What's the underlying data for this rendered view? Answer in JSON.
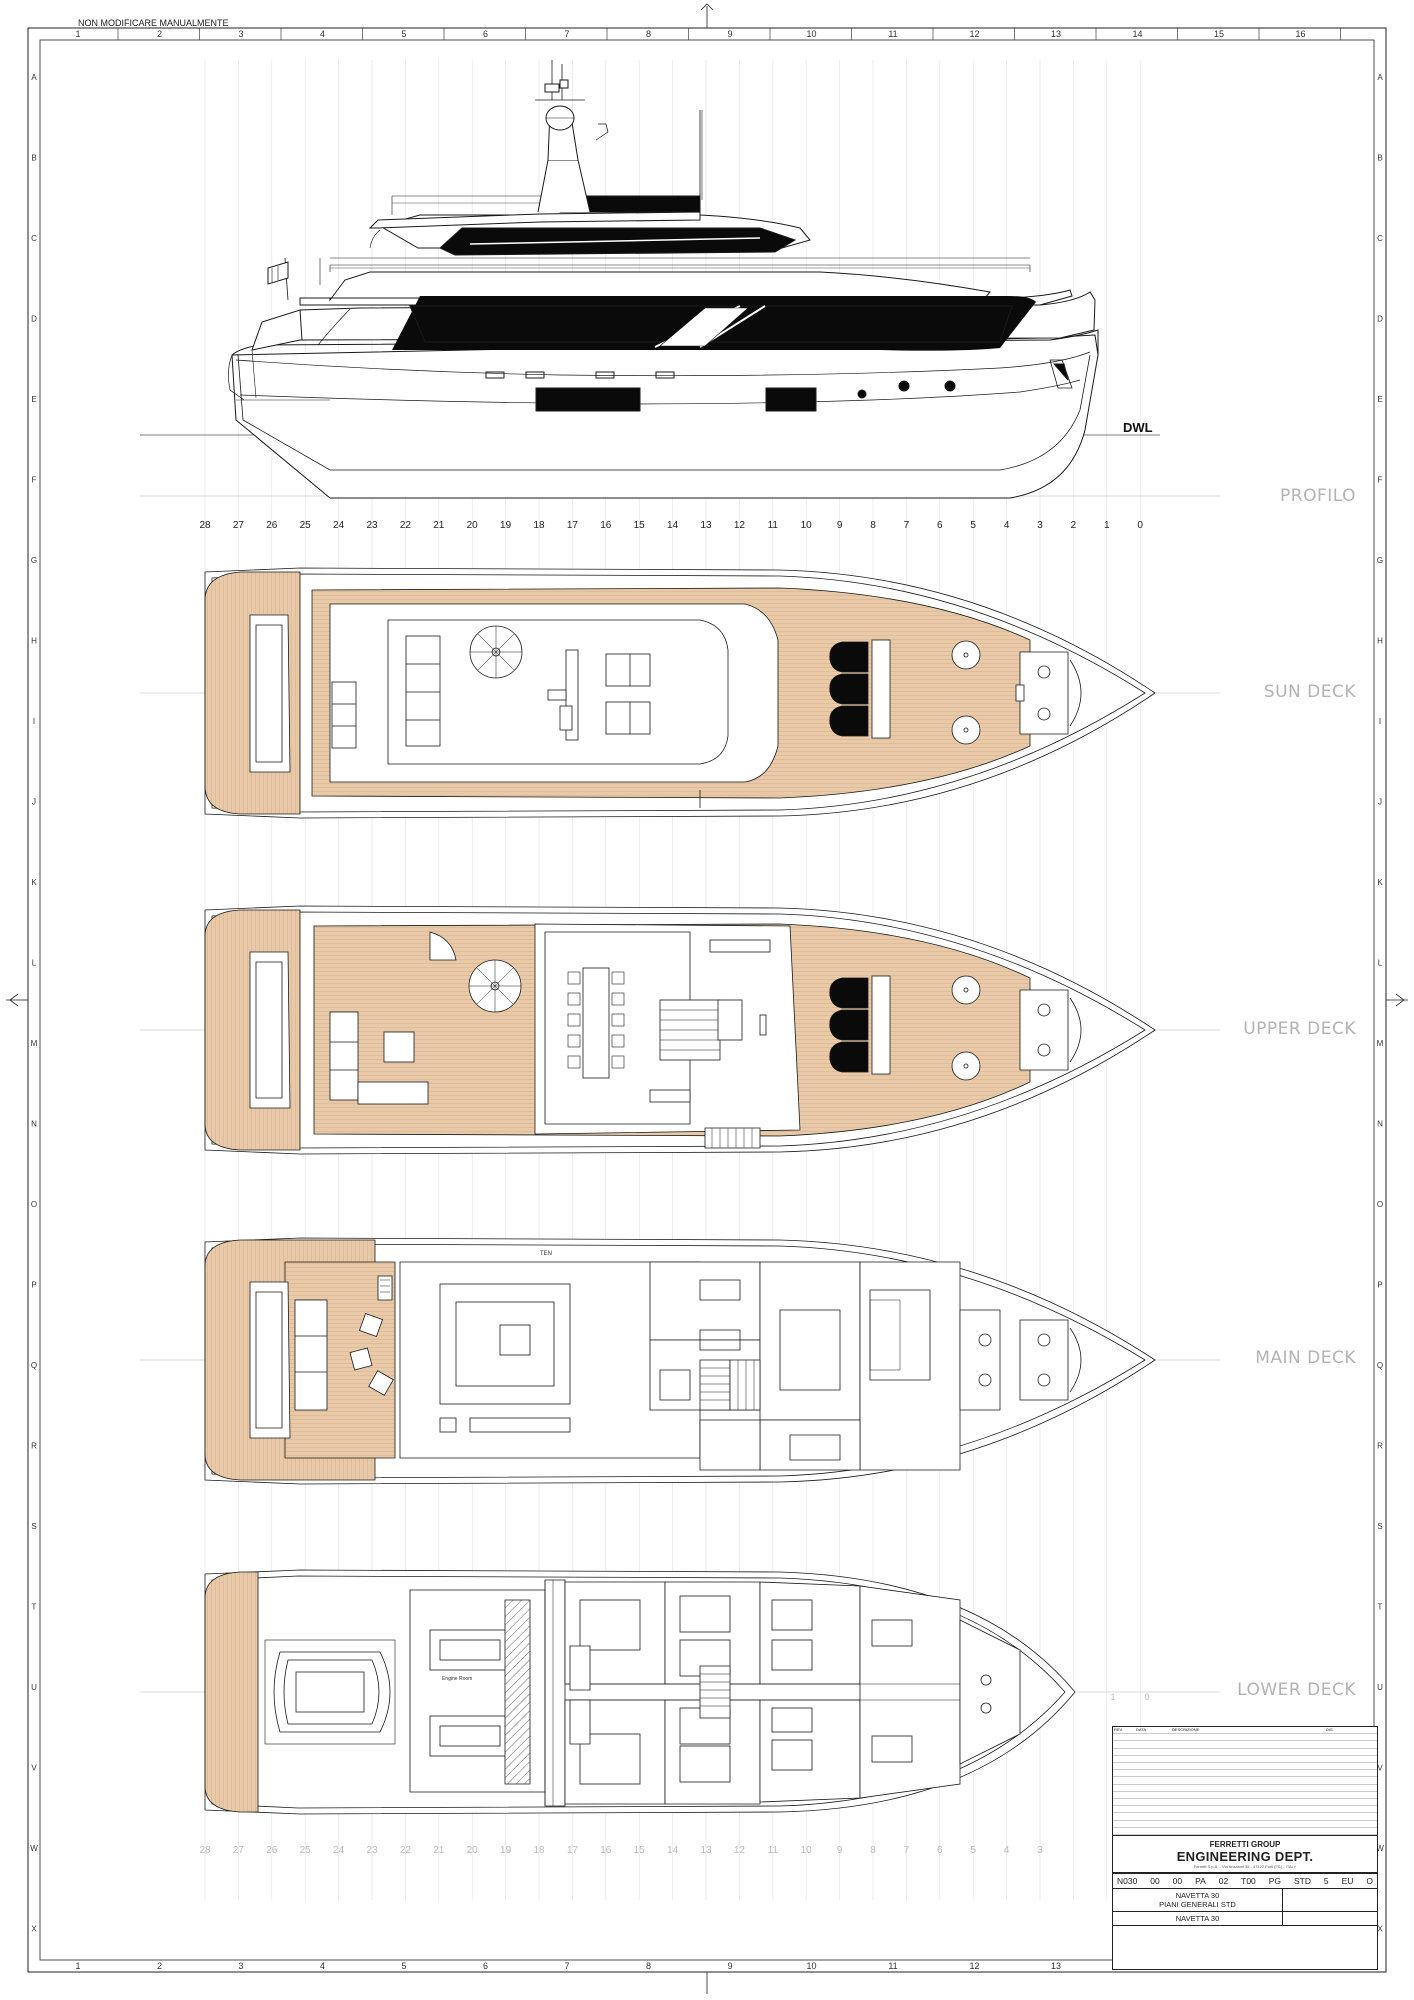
{
  "drawing": {
    "top_note": "NON MODIFICARE MANUALMENTE",
    "col_numbers": [
      "1",
      "2",
      "3",
      "4",
      "5",
      "6",
      "7",
      "8",
      "9",
      "10",
      "11",
      "12",
      "13",
      "14",
      "15",
      "16"
    ],
    "row_letters": [
      "A",
      "B",
      "C",
      "D",
      "E",
      "F",
      "G",
      "H",
      "I",
      "J",
      "K",
      "L",
      "M",
      "N",
      "O",
      "P",
      "Q",
      "R",
      "S",
      "T",
      "U",
      "V",
      "W",
      "X"
    ],
    "frame_numbers": [
      "28",
      "27",
      "26",
      "25",
      "24",
      "23",
      "22",
      "21",
      "20",
      "19",
      "18",
      "17",
      "16",
      "15",
      "14",
      "13",
      "12",
      "11",
      "10",
      "9",
      "8",
      "7",
      "6",
      "5",
      "4",
      "3",
      "2",
      "1",
      "0"
    ],
    "frame_numbers_bottom": [
      "28",
      "27",
      "26",
      "25",
      "24",
      "23",
      "22",
      "21",
      "20",
      "19",
      "18",
      "17",
      "16",
      "15",
      "14",
      "13",
      "12",
      "11",
      "10",
      "9",
      "8",
      "7",
      "6",
      "5",
      "4",
      "3"
    ],
    "dwl_label": "DWL",
    "lower_frame_marks": [
      "1",
      "0"
    ]
  },
  "views": [
    {
      "id": "profilo",
      "label": "PROFILO"
    },
    {
      "id": "sun-deck",
      "label": "SUN DECK"
    },
    {
      "id": "upper-deck",
      "label": "UPPER DECK"
    },
    {
      "id": "main-deck",
      "label": "MAIN DECK"
    },
    {
      "id": "lower-deck",
      "label": "LOWER DECK"
    }
  ],
  "rooms": {
    "tender": "TEN",
    "engine": "Engine Room"
  },
  "colors": {
    "teak": "#e8c9a8",
    "teak_line": "#d9b08c",
    "line": "#1a1a1a",
    "grid": "#c8c8c8",
    "label": "#b3b3b3",
    "glass": "#0a0a0a"
  },
  "title_block": {
    "company_logo": "FERRETTI GROUP",
    "department": "ENGINEERING DEPT.",
    "address": "Ferretti S.p.A. - Via Ansaloni 35 - 47122 Forli (FC) - ITALY",
    "code": [
      "N030",
      "00",
      "00",
      "PA",
      "02",
      "T00",
      "PG",
      "STD",
      "5",
      "EU",
      "O"
    ],
    "title_line_1": "NAVETTA 30",
    "title_line_2": "PIANI GENERALI STD",
    "project": "NAVETTA 30",
    "revisions_header": [
      "REV.",
      "DATA",
      "DESCRIZIONE",
      "DIS."
    ]
  }
}
